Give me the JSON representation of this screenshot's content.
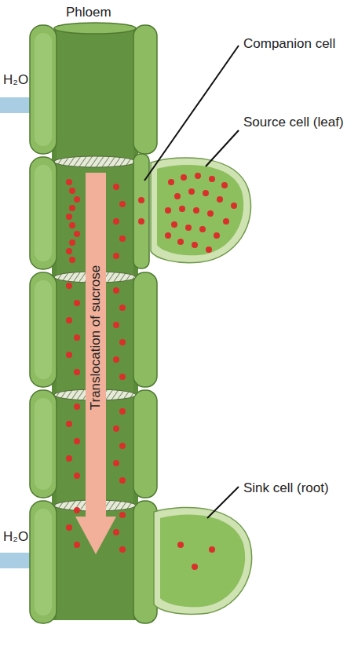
{
  "diagram": {
    "labels": [
      "Phloem",
      "H₂O",
      "Companion cell",
      "Source cell (leaf)",
      "Translocation of sucrose",
      "Sink cell (root)",
      "H₂O"
    ]
  }
}
